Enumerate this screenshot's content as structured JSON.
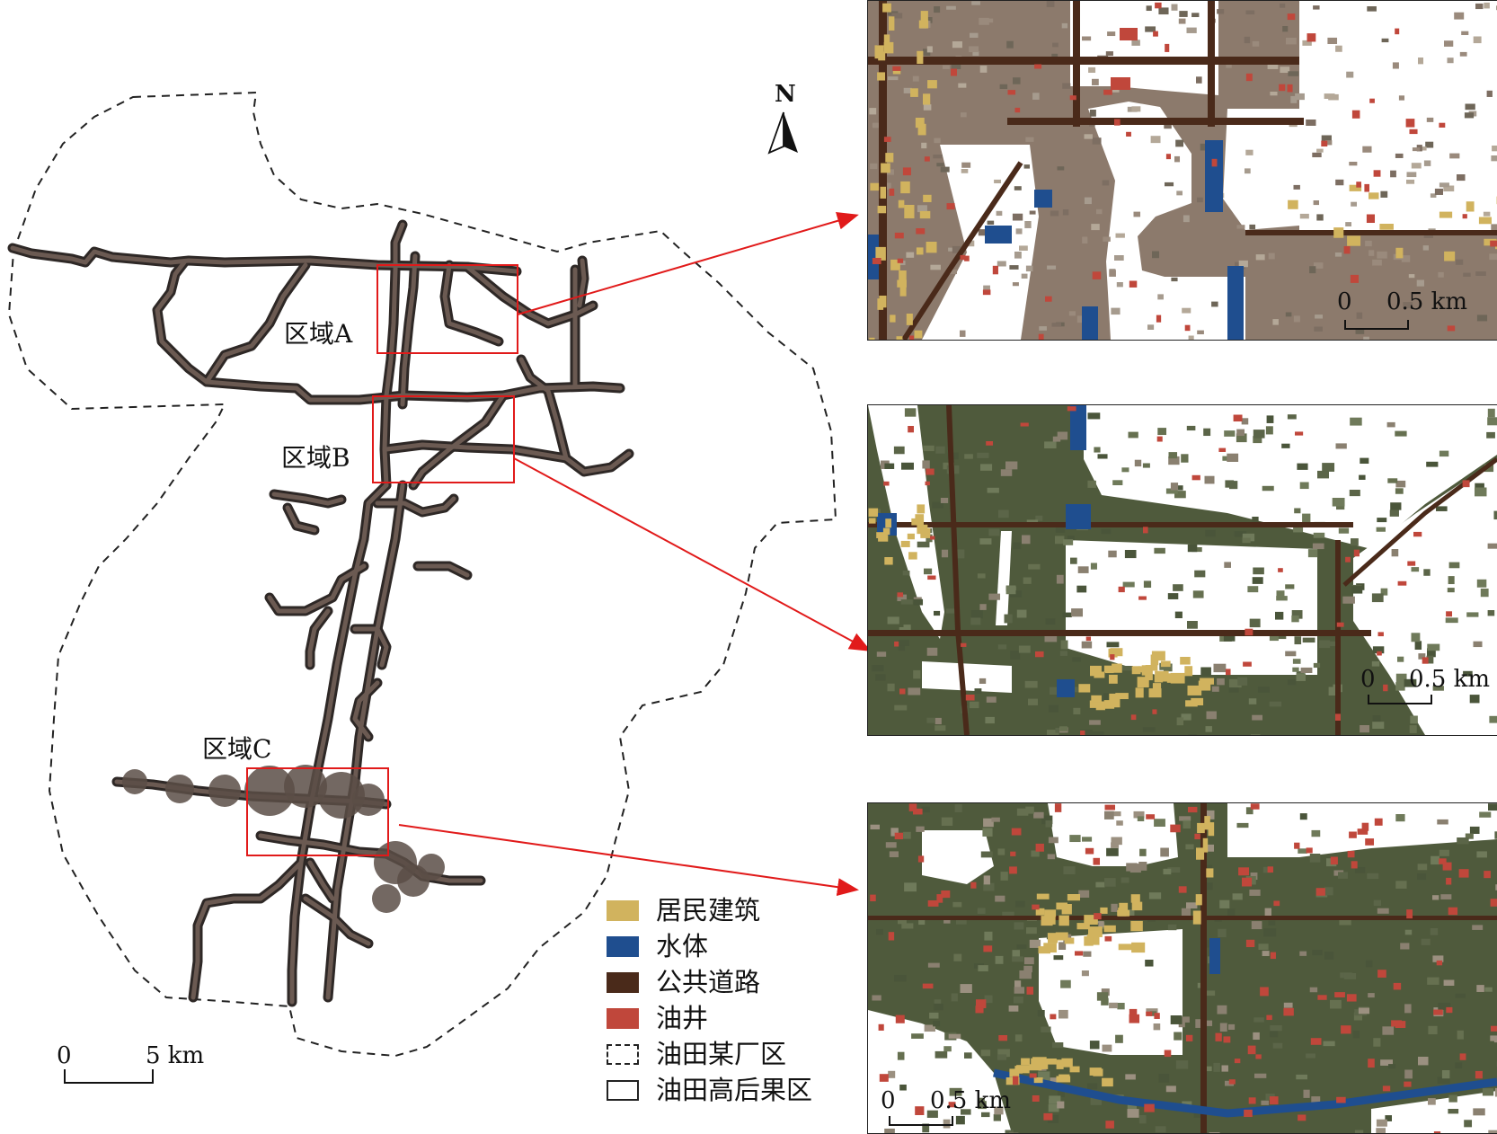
{
  "map": {
    "regions": [
      {
        "id": "a",
        "label": "区域A"
      },
      {
        "id": "b",
        "label": "区域B"
      },
      {
        "id": "c",
        "label": "区域C"
      }
    ],
    "north_label": "N",
    "main_scale": {
      "zero": "0",
      "value": "5 km"
    },
    "inset_scale": {
      "zero": "0",
      "value": "0.5 km"
    }
  },
  "legend": [
    {
      "label": "居民建筑",
      "color": "#d1b35e",
      "style": "fill"
    },
    {
      "label": "水体",
      "color": "#1f4e8f",
      "style": "fill"
    },
    {
      "label": "公共道路",
      "color": "#4a2a1a",
      "style": "fill"
    },
    {
      "label": "油井",
      "color": "#c0473b",
      "style": "fill"
    },
    {
      "label": "油田某厂区",
      "color": "#222222",
      "style": "dashed"
    },
    {
      "label": "油田高后果区",
      "color": "#222222",
      "style": "outline"
    }
  ],
  "colors": {
    "road_outer": "#2e2826",
    "road_inner": "#6b5a52",
    "frame_red": "#e11a1a",
    "field_dark": "#4f5a3c",
    "field_mid": "#667050",
    "soil": "#8c7a6c"
  }
}
